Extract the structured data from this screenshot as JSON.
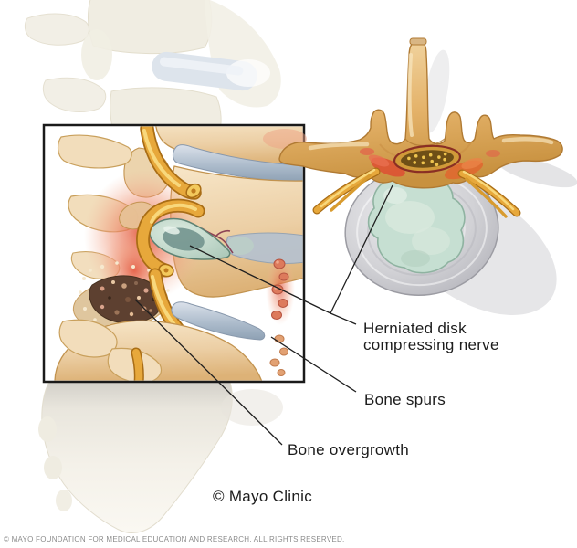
{
  "figure": {
    "subject": "Bone spurs on the spine",
    "views": {
      "lateral_inset": "Side view of lumbar vertebrae (detail box)",
      "axial": "Top view of vertebra with herniated disk"
    }
  },
  "labels": {
    "herniated_disk": {
      "line1": "Herniated disk",
      "line2": "compressing nerve"
    },
    "bone_spurs": "Bone spurs",
    "bone_overgrowth": "Bone overgrowth"
  },
  "attribution": "© Mayo Clinic",
  "footer": "© MAYO FOUNDATION FOR MEDICAL EDUCATION AND RESEARCH. ALL RIGHTS RESERVED.",
  "palette": {
    "background": "#ffffff",
    "ink": "#1c1c1c",
    "footerInk": "#8c8c8c",
    "leader": "#1f1f1f",
    "boneFill": "#ecd0a6",
    "boneEdge": "#c2934f",
    "boneLight": "#f2ddbb",
    "diskBlue": "#aebdcd",
    "nerveYellow": "#e7a83b",
    "nerveHighlight": "#f8d87c",
    "nerveDark": "#a96d15",
    "inflamedRed": "#e14f35",
    "herniaTeal": "#bcd6c8",
    "herniaTealDark": "#72948e",
    "overgrowthBrown": "#5d4030",
    "spurRed": "#dd7a5c",
    "axialBone": "#e4b269",
    "axialBoneEdge": "#b07a33",
    "discGray": "#c9c9ce",
    "nucleusTeal": "#c6dfd2",
    "canalMaroon": "#8a2f24",
    "ghostCream": "#f0ede2"
  }
}
